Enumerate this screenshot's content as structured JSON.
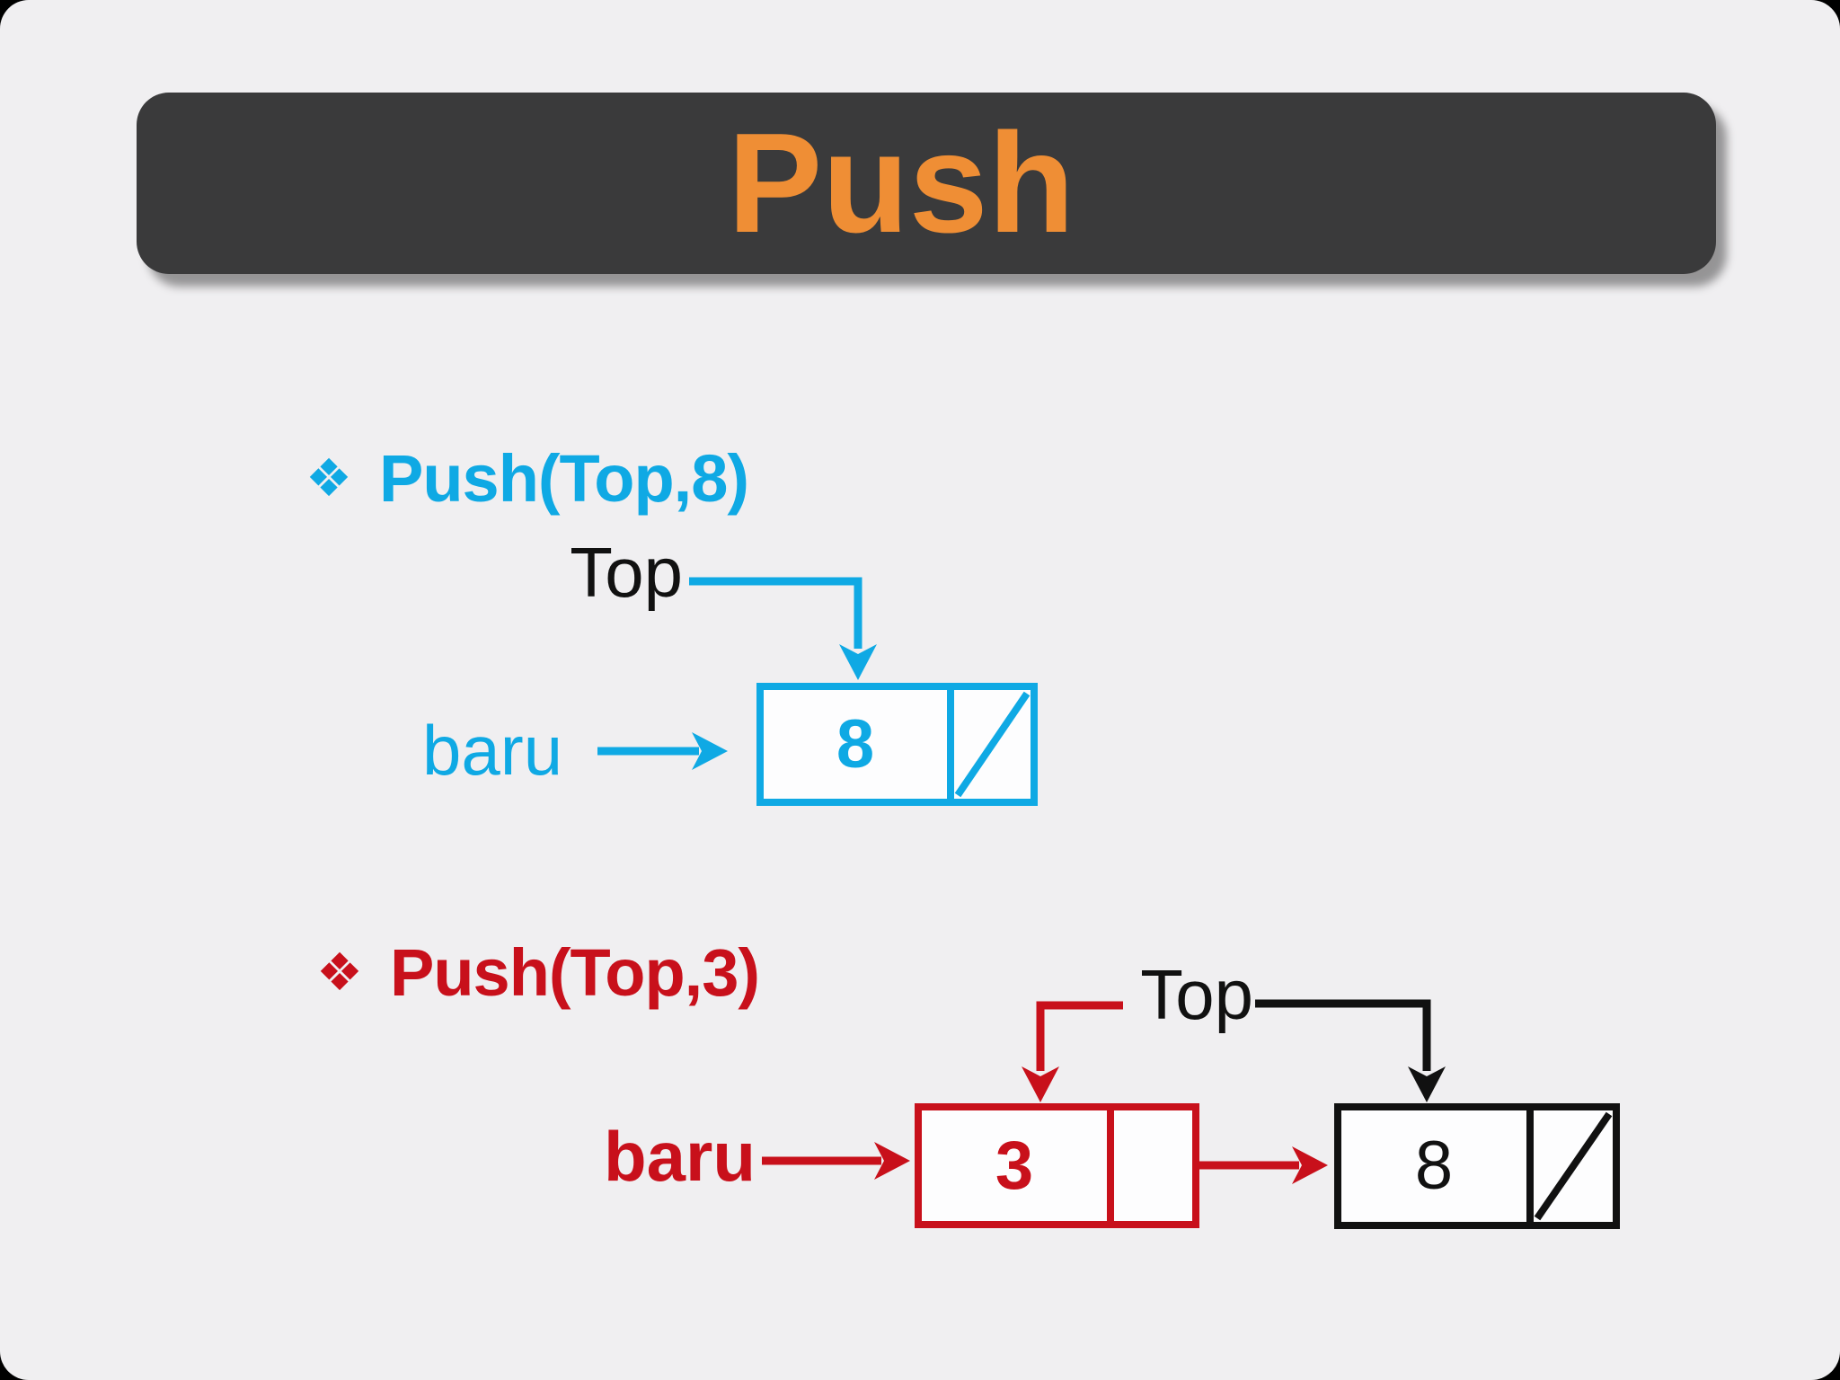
{
  "colors": {
    "background": "#000000",
    "slide": "#F0EFF1",
    "title_bar": "#3A3A3B",
    "title_text": "#EF8E35",
    "cyan": "#0FA9E4",
    "red": "#C8101B",
    "ink": "#111111",
    "node_fill": "#FDFDFE"
  },
  "title": {
    "text": "Push"
  },
  "icons": {
    "bullet": "❖",
    "null_pointer": "diagonal-slash"
  },
  "sections": [
    {
      "heading": "Push(Top,8)",
      "top_label": "Top",
      "baru_label": "baru",
      "node": {
        "value": "8",
        "pointer": "null"
      }
    },
    {
      "heading": "Push(Top,3)",
      "top_label": "Top",
      "baru_label": "baru",
      "new_node": {
        "value": "3",
        "pointer": "old-node"
      },
      "old_node": {
        "value": "8",
        "pointer": "null"
      }
    }
  ]
}
